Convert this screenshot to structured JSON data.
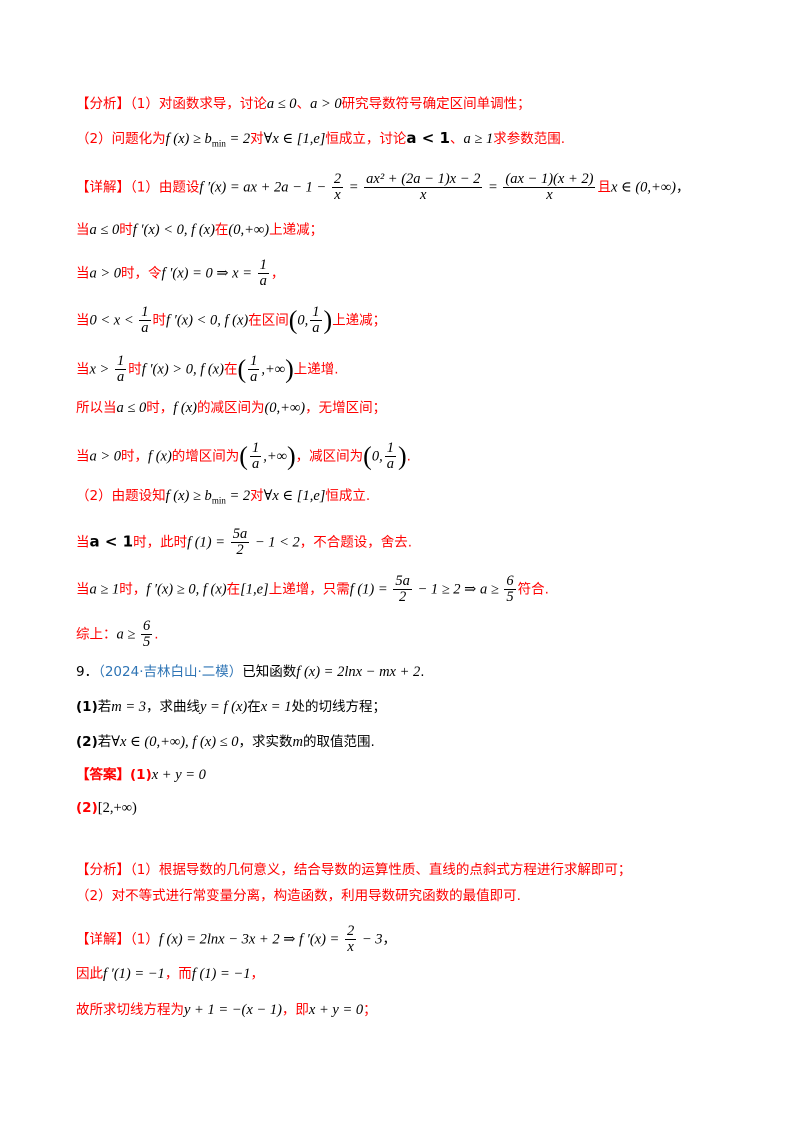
{
  "analysis1": {
    "tag": "【分析】",
    "p1_text": "（1）对函数求导，讨论",
    "p1_m1": "a ≤ 0",
    "p1_sep": "、",
    "p1_m2": "a > 0",
    "p1_tail": "研究导数符号确定区间单调性；",
    "p2_text": "（2）问题化为",
    "p2_m1": "f (x) ≥ b",
    "p2_sub": "min",
    "p2_m1b": " = 2",
    "p2_dui": "对",
    "p2_m2": "∀x ∈ [1,e]",
    "p2_mid": "恒成立，讨论",
    "p2_m3": "a < 1",
    "p2_sep": "、",
    "p2_m4": "a ≥ 1",
    "p2_tail": "求参数范围."
  },
  "detail1": {
    "tag": "【详解】",
    "p1_text": "（1）由题设",
    "p1_m1": "f ′(x) = ax + 2a − 1 − ",
    "p1_f1_num": "2",
    "p1_f1_den": "x",
    "p1_eq": " = ",
    "p1_f2_num": "ax² + (2a − 1)x − 2",
    "p1_f2_den": "x",
    "p1_eq2": " = ",
    "p1_f3_num": "(ax − 1)(x + 2)",
    "p1_f3_den": "x",
    "p1_qie": "且",
    "p1_m2": "x ∈ (0,+∞)",
    "p1_end": "，",
    "l2_a": "当",
    "l2_m1": "a ≤ 0",
    "l2_b": "时",
    "l2_m2": "f ′(x) < 0, f (x)",
    "l2_c": "在",
    "l2_m3": "(0,+∞)",
    "l2_d": "上递减；",
    "l3_a": "当",
    "l3_m1": "a > 0",
    "l3_b": "时，令",
    "l3_m2": "f ′(x) = 0 ⇒ x = ",
    "l3_num": "1",
    "l3_den": "a",
    "l3_c": "，",
    "l4_a": "当",
    "l4_m1": "0 < x < ",
    "l4_num": "1",
    "l4_den": "a",
    "l4_b": "时",
    "l4_m2": "f ′(x) < 0, f (x)",
    "l4_c": "在区间",
    "l4_m3a": "0,",
    "l4_num2": "1",
    "l4_den2": "a",
    "l4_d": "上递减；",
    "l5_a": "当",
    "l5_m1": "x > ",
    "l5_num": "1",
    "l5_den": "a",
    "l5_b": "时",
    "l5_m2": "f ′(x) > 0, f (x)",
    "l5_c": "在",
    "l5_num2": "1",
    "l5_den2": "a",
    "l5_m3b": ",+∞",
    "l5_d": "上递增.",
    "l6_a": "所以当",
    "l6_m1": "a ≤ 0",
    "l6_b": "时，",
    "l6_m2": "f (x)",
    "l6_c": "的减区间为",
    "l6_m3": "(0,+∞)",
    "l6_d": "，无增区间；",
    "l7_a": "当",
    "l7_m1": "a > 0",
    "l7_b": "时，",
    "l7_m2": "f (x)",
    "l7_c": "的增区间为",
    "l7_num": "1",
    "l7_den": "a",
    "l7_m3b": ",+∞",
    "l7_d": "，减区间为",
    "l7_m4a": "0,",
    "l7_num2": "1",
    "l7_den2": "a",
    "l7_e": "."
  },
  "detail2": {
    "l1_a": "（2）由题设知",
    "l1_m1": "f (x) ≥ b",
    "l1_sub": "min",
    "l1_m1b": " = 2",
    "l1_b": "对",
    "l1_m2": "∀x ∈ [1,e]",
    "l1_c": "恒成立.",
    "l2_a": "当",
    "l2_m1": "a < 1",
    "l2_b": "时，此时",
    "l2_m2": "f (1) = ",
    "l2_num": "5a",
    "l2_den": "2",
    "l2_m3": " − 1 < 2",
    "l2_c": "，不合题设，舍去.",
    "l3_a": "当",
    "l3_m1": "a ≥ 1",
    "l3_b": "时，",
    "l3_m2": "f ′(x) ≥ 0, f (x)",
    "l3_c": "在",
    "l3_m3": "[1,e]",
    "l3_d": "上递增，只需",
    "l3_m4": "f (1) = ",
    "l3_num": "5a",
    "l3_den": "2",
    "l3_m5": " − 1 ≥ 2 ⇒ a ≥ ",
    "l3_num2": "6",
    "l3_den2": "5",
    "l3_e": "符合.",
    "l4_a": "综上：",
    "l4_m1": "a ≥ ",
    "l4_num": "6",
    "l4_den": "5",
    "l4_b": "."
  },
  "problem9": {
    "number": "9．",
    "source": "（2024·吉林白山·二模）",
    "stem": "已知函数",
    "stem_m": "f (x) = 2lnx − mx + 2",
    "stem_end": ".",
    "q1_label": "(1)",
    "q1_a": "若",
    "q1_m1": "m = 3",
    "q1_b": "，求曲线",
    "q1_m2": "y = f (x)",
    "q1_c": "在",
    "q1_m3": "x = 1",
    "q1_d": "处的切线方程；",
    "q2_label": "(2)",
    "q2_a": "若",
    "q2_m1": "∀x ∈ (0,+∞), f (x) ≤ 0",
    "q2_b": "，求实数",
    "q2_m2": "m",
    "q2_c": "的取值范围.",
    "answer_tag": "【答案】",
    "a1_label": "(1)",
    "a1_m": "x + y = 0",
    "a2_label": "(2)",
    "a2_m": "[2,+∞)"
  },
  "analysis2": {
    "tag": "【分析】",
    "p1": "（1）根据导数的几何意义，结合导数的运算性质、直线的点斜式方程进行求解即可；",
    "p2": "（2）对不等式进行常变量分离，构造函数，利用导数研究函数的最值即可."
  },
  "detail3": {
    "tag": "【详解】",
    "l1_a": "（1）",
    "l1_m1": "f (x) = 2lnx − 3x + 2",
    "l1_m2": "  ⇒ f ′(x) = ",
    "l1_num": "2",
    "l1_den": "x",
    "l1_m3": " − 3",
    "l1_b": "，",
    "l2_a": "因此",
    "l2_m1": "f ′(1) = −1",
    "l2_b": "，而",
    "l2_m2": "f (1) = −1",
    "l2_c": "，",
    "l3_a": "故所求切线方程为",
    "l3_m1": "y + 1 = −(x − 1)",
    "l3_b": "，即",
    "l3_m2": "x + y = 0",
    "l3_c": "；"
  }
}
